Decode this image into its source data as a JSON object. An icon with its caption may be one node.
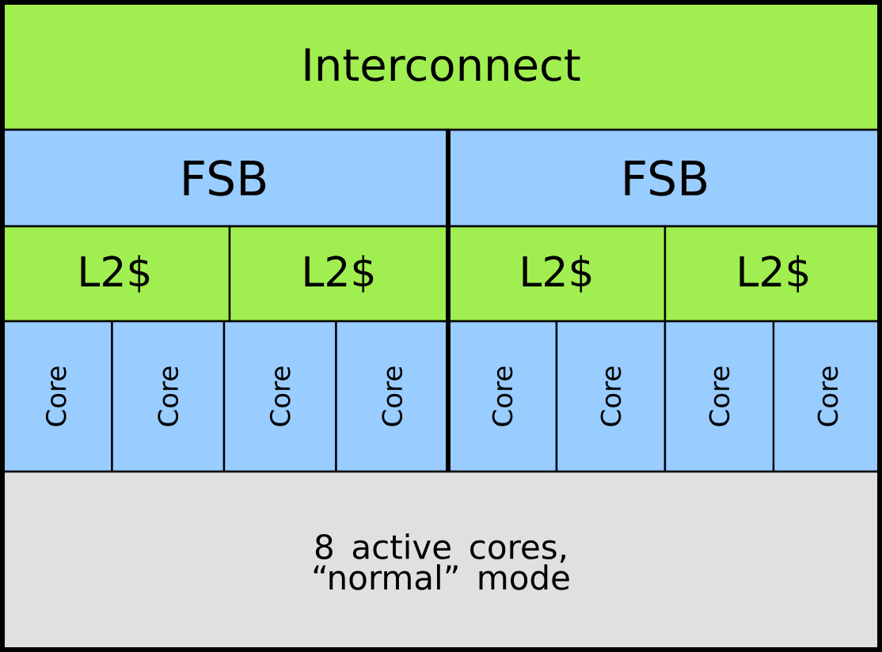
{
  "diagram": {
    "nodes": [
      {
        "text": [
          "Interconnect"
        ]
      },
      {
        "text": [
          "FSB"
        ]
      },
      {
        "text": [
          "FSB"
        ]
      },
      {
        "text": [
          "L2$"
        ]
      },
      {
        "text": [
          "L2$"
        ]
      },
      {
        "text": [
          "L2$"
        ]
      },
      {
        "text": [
          "L2$"
        ]
      },
      {
        "text": [
          "Core"
        ]
      },
      {
        "text": [
          "Core"
        ]
      },
      {
        "text": [
          "Core"
        ]
      },
      {
        "text": [
          "Core"
        ]
      },
      {
        "text": [
          "Core"
        ]
      },
      {
        "text": [
          "Core"
        ]
      },
      {
        "text": [
          "Core"
        ]
      },
      {
        "text": [
          "Core"
        ]
      },
      {
        "text": [
          "8 active cores, “normal” mode"
        ]
      }
    ]
  }
}
